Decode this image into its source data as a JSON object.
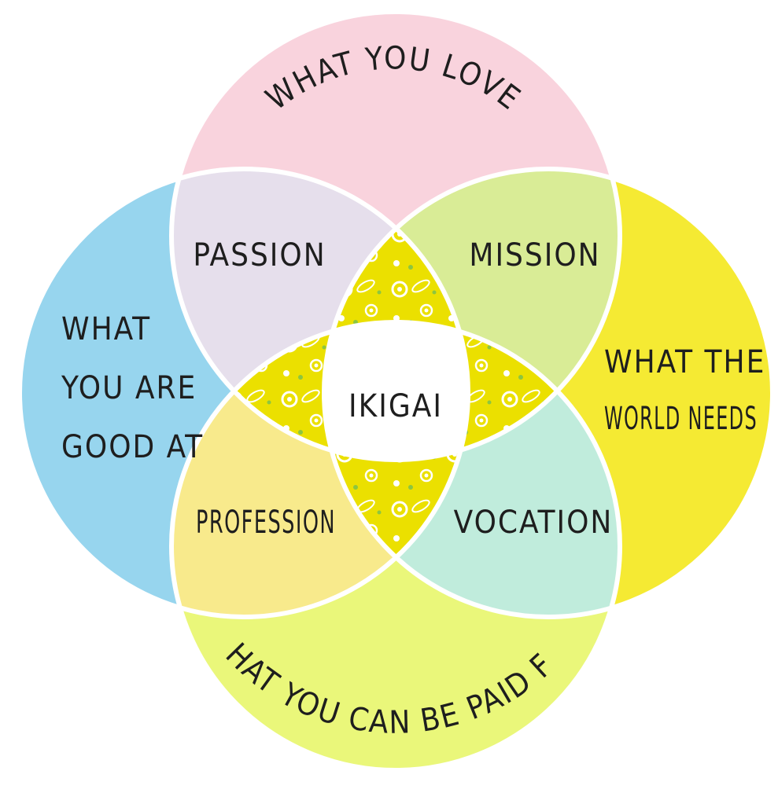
{
  "diagram": {
    "title": "IKIGAI",
    "circles": {
      "top": {
        "label": "WHAT YOU LOVE",
        "color": "#f9d3dd"
      },
      "left": {
        "label_lines": [
          "WHAT",
          "YOU ARE",
          "GOOD AT"
        ],
        "color": "#97d5ee"
      },
      "right": {
        "label_lines": [
          "WHAT THE",
          "WORLD NEEDS"
        ],
        "color": "#f5ea33"
      },
      "bottom": {
        "label": "WHAT YOU CAN BE PAID FOR",
        "color": "#eaf77a"
      }
    },
    "overlaps": {
      "passion": {
        "label": "PASSION",
        "color": "#e6dfec"
      },
      "mission": {
        "label": "MISSION",
        "color": "#d9ec96"
      },
      "profession": {
        "label": "PROFESSION",
        "color": "#f8ea8c"
      },
      "vocation": {
        "label": "VOCATION",
        "color": "#c0ecdc"
      }
    },
    "pattern_color": "#ebe000"
  }
}
